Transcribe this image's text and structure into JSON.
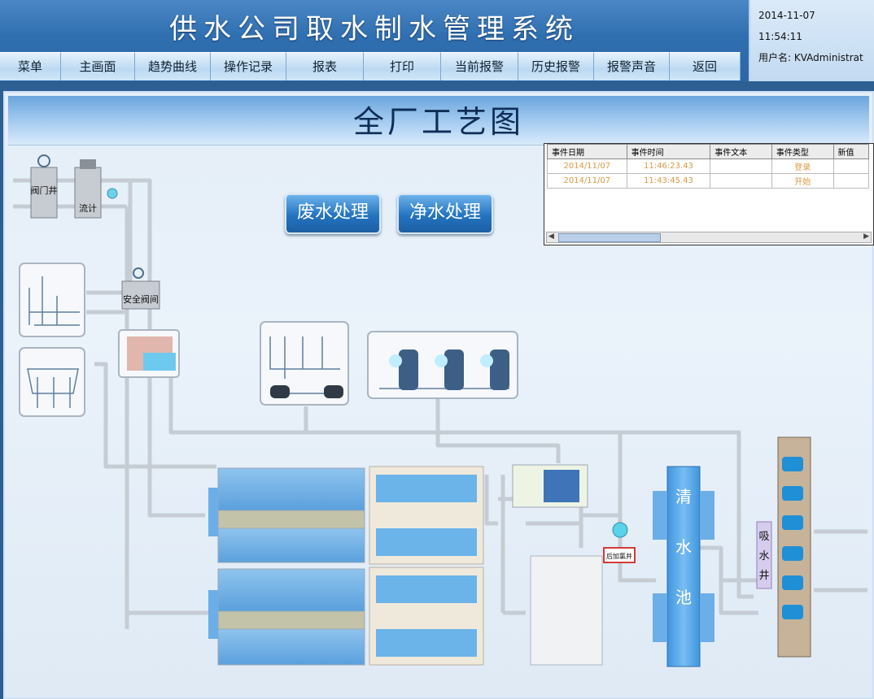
{
  "header": {
    "system_title": "供水公司取水制水管理系统",
    "date": "2014-11-07",
    "time": "11:54:11",
    "user_label": "用户名:",
    "user_name": "KVAdministrat"
  },
  "menu": [
    "菜单",
    "主画面",
    "趋势曲线",
    "操作记录",
    "报表",
    "打印",
    "当前报警",
    "历史报警",
    "报警声音",
    "返回"
  ],
  "page": {
    "title": "全厂工艺图",
    "buttons": {
      "wastewater": "废水处理",
      "clean_water": "净水处理"
    }
  },
  "event_table": {
    "columns": [
      "事件日期",
      "事件时间",
      "事件文本",
      "事件类型",
      "新值"
    ],
    "rows": [
      [
        "2014/11/07",
        "11:46:23.43",
        "",
        "登录",
        ""
      ],
      [
        "2014/11/07",
        "11:43:45.43",
        "",
        "开始",
        ""
      ]
    ]
  },
  "diagram_labels": {
    "valve_well": "阀门井",
    "flow_meter": "流计",
    "safety_valve": "安全阀间",
    "post_chlorination": "后加氯井",
    "clear_water_tank": [
      "清",
      "水",
      "池"
    ],
    "suction_well": [
      "吸",
      "水",
      "井"
    ]
  },
  "colors": {
    "pipe": "#c9ced6",
    "water": "#5aa8e6",
    "tank": "#49a2ea"
  }
}
